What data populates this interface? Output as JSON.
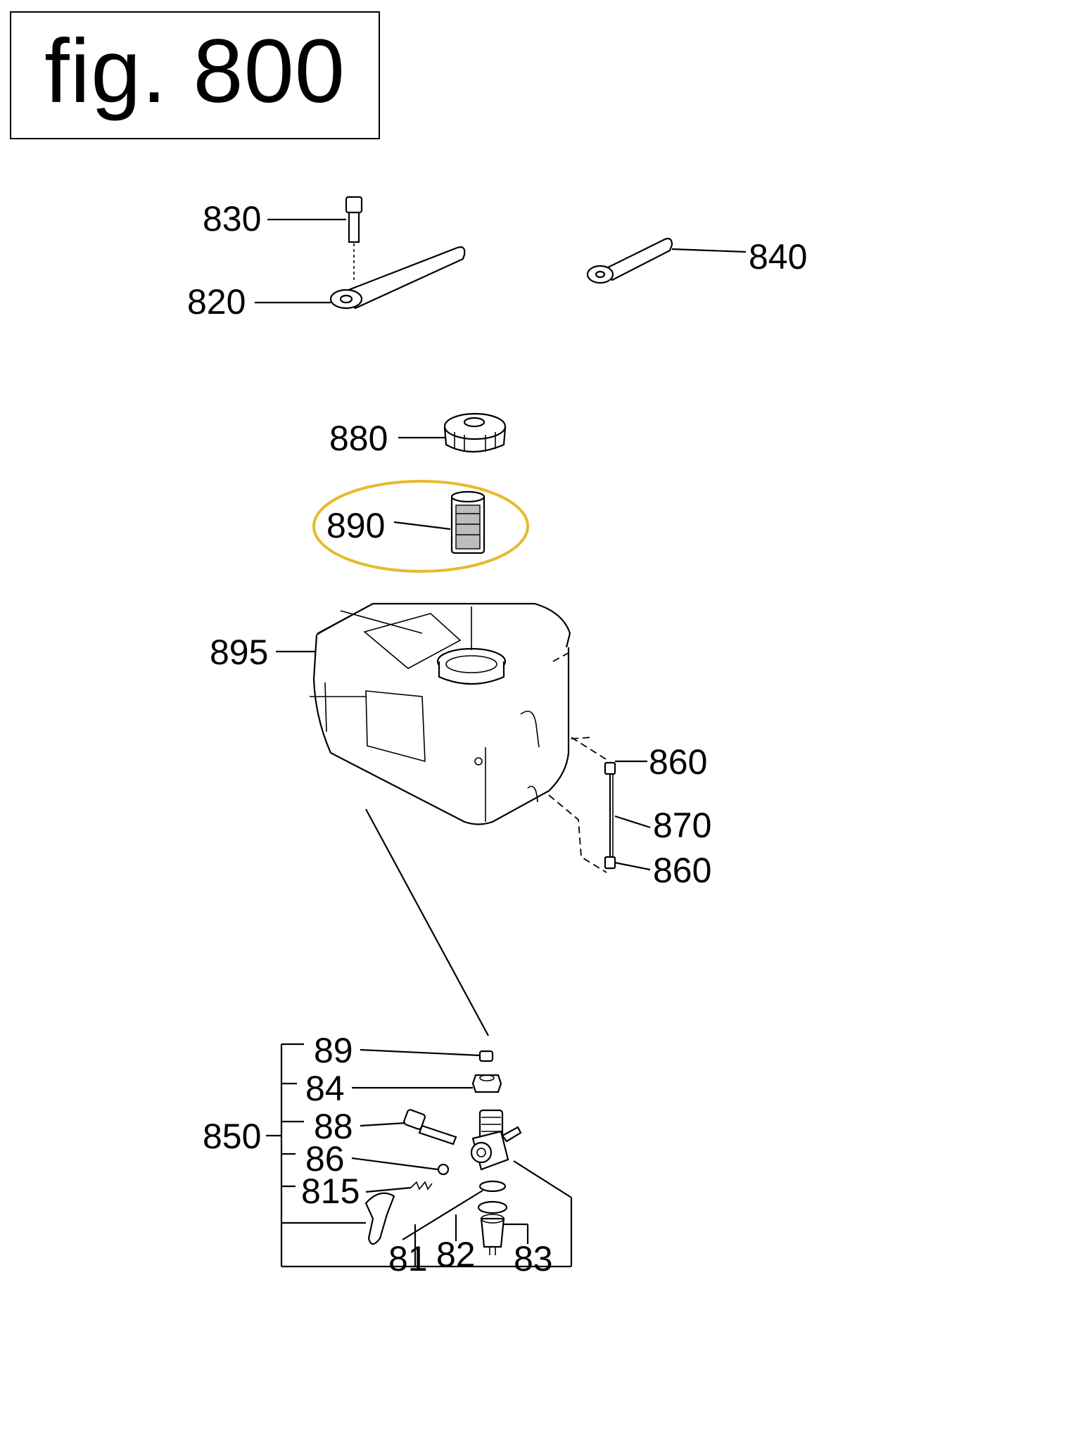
{
  "figure": {
    "title": "fig. 800"
  },
  "highlight_color": "#e8b92c",
  "labels": {
    "p830": "830",
    "p820": "820",
    "p840": "840",
    "p880": "880",
    "p890": "890",
    "p895": "895",
    "p860a": "860",
    "p870": "870",
    "p860b": "860",
    "p89": "89",
    "p84": "84",
    "p88": "88",
    "p850": "850",
    "p86": "86",
    "p815": "815",
    "p81": "81",
    "p82": "82",
    "p83": "83"
  }
}
